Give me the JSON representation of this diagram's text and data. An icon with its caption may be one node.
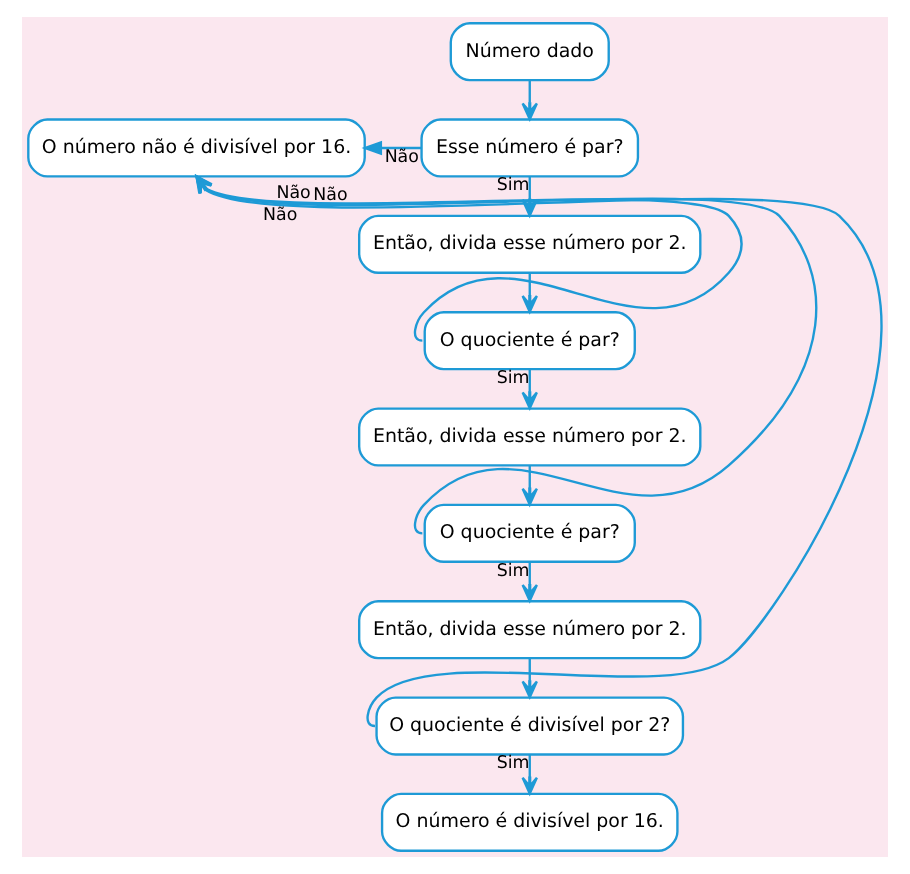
{
  "diagram": {
    "nodes": [
      {
        "text": [
          "Número dado"
        ]
      },
      {
        "text": [
          "Esse número é par?"
        ]
      },
      {
        "text": [
          "O número não é divisível por 16."
        ]
      },
      {
        "text": [
          "Então, divida esse número por 2."
        ]
      },
      {
        "text": [
          "O quociente é par?"
        ]
      },
      {
        "text": [
          "Então, divida esse número por 2."
        ]
      },
      {
        "text": [
          "O quociente é par?"
        ]
      },
      {
        "text": [
          "Então, divida esse número por 2."
        ]
      },
      {
        "text": [
          "O quociente é divisível por 2?"
        ]
      },
      {
        "text": [
          "O número é divisível por 16."
        ]
      }
    ],
    "edges": [
      {
        "from": 0,
        "to": 1,
        "arrow": "to"
      },
      {
        "from": 1,
        "to": 2,
        "arrow": "to",
        "label": "Não"
      },
      {
        "from": 1,
        "to": 3,
        "arrow": "to",
        "label": "Sim"
      },
      {
        "from": 3,
        "to": 4,
        "arrow": "to"
      },
      {
        "from": 4,
        "to": 2,
        "arrow": "to",
        "label": "Não"
      },
      {
        "from": 4,
        "to": 5,
        "arrow": "to",
        "label": "Sim"
      },
      {
        "from": 5,
        "to": 6,
        "arrow": "to"
      },
      {
        "from": 6,
        "to": 2,
        "arrow": "to",
        "label": "Não"
      },
      {
        "from": 6,
        "to": 7,
        "arrow": "to",
        "label": "Sim"
      },
      {
        "from": 7,
        "to": 8,
        "arrow": "to"
      },
      {
        "from": 8,
        "to": 2,
        "arrow": "to",
        "label": "Não"
      },
      {
        "from": 8,
        "to": 9,
        "arrow": "to",
        "label": "Sim"
      }
    ]
  }
}
